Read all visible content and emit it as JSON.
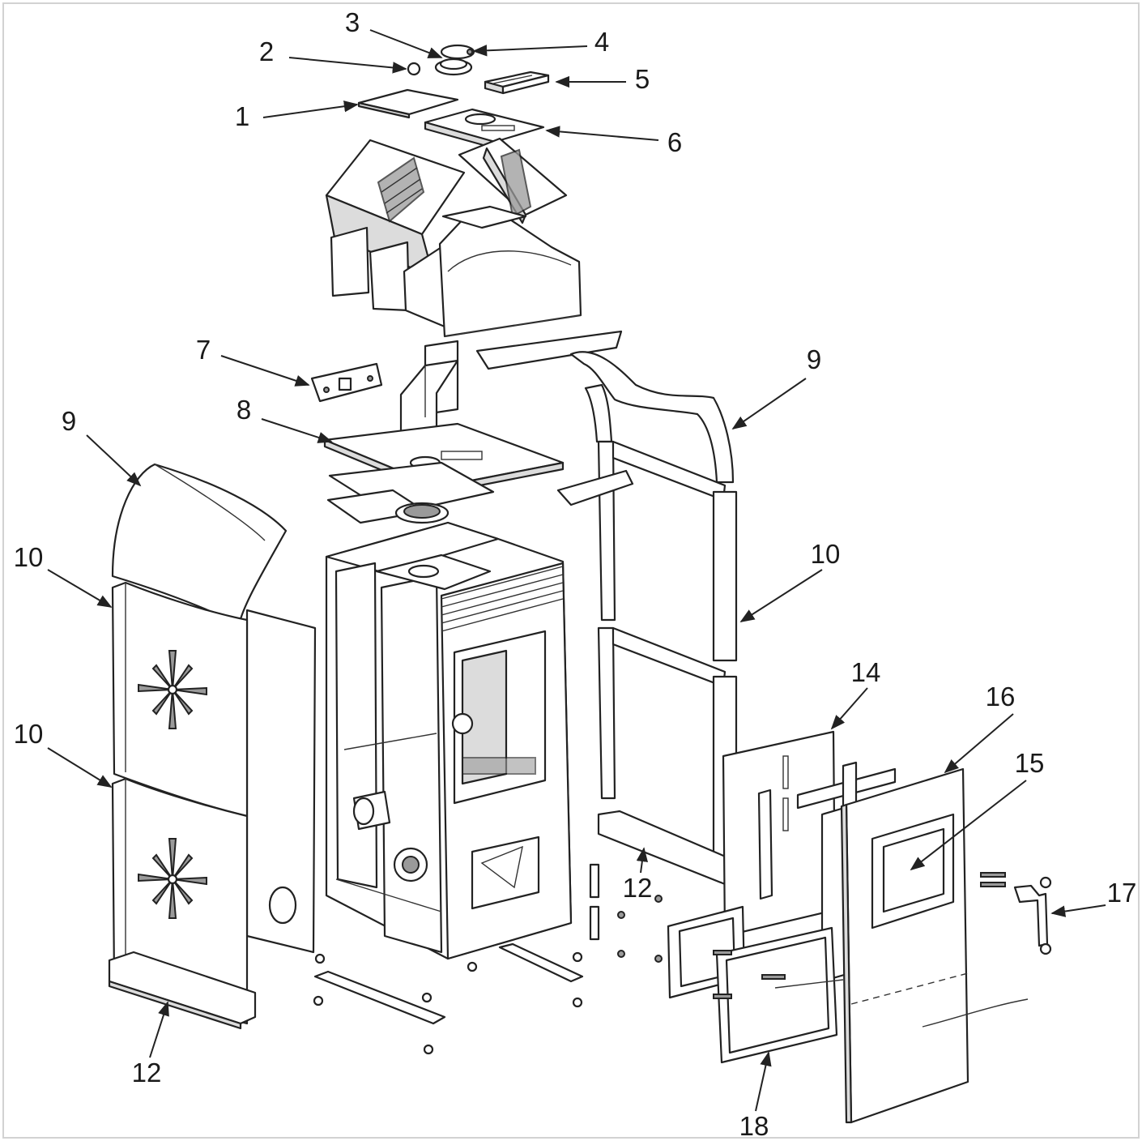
{
  "callouts": [
    {
      "id": "c1",
      "number": "1"
    },
    {
      "id": "c2",
      "number": "2"
    },
    {
      "id": "c3",
      "number": "3"
    },
    {
      "id": "c4",
      "number": "4"
    },
    {
      "id": "c5",
      "number": "5"
    },
    {
      "id": "c6",
      "number": "6"
    },
    {
      "id": "c7",
      "number": "7"
    },
    {
      "id": "c8",
      "number": "8"
    },
    {
      "id": "c9a",
      "number": "9"
    },
    {
      "id": "c9b",
      "number": "9"
    },
    {
      "id": "c10a",
      "number": "10"
    },
    {
      "id": "c10b",
      "number": "10"
    },
    {
      "id": "c10c",
      "number": "10"
    },
    {
      "id": "c12a",
      "number": "12"
    },
    {
      "id": "c12b",
      "number": "12"
    },
    {
      "id": "c14",
      "number": "14"
    },
    {
      "id": "c15",
      "number": "15"
    },
    {
      "id": "c16",
      "number": "16"
    },
    {
      "id": "c17",
      "number": "17"
    },
    {
      "id": "c18",
      "number": "18"
    }
  ]
}
